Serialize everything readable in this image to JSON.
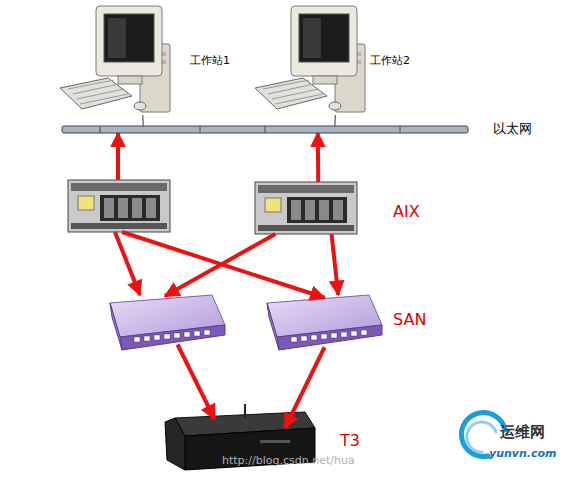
{
  "diagram": {
    "nodes": [
      {
        "text": [
          "工作站1"
        ]
      },
      {
        "text": [
          "工作站2"
        ]
      },
      {
        "text": [
          "以太网"
        ]
      },
      {
        "text": []
      },
      {
        "text": [
          "AIX"
        ]
      },
      {
        "text": []
      },
      {
        "text": [
          "SAN"
        ]
      },
      {
        "text": [
          "T3"
        ]
      }
    ],
    "edges": [
      {
        "from": 0,
        "to": 2,
        "arrow": "none"
      },
      {
        "from": 1,
        "to": 2,
        "arrow": "none"
      },
      {
        "from": 3,
        "to": 2,
        "arrow": "to"
      },
      {
        "from": 4,
        "to": 2,
        "arrow": "to"
      },
      {
        "from": 3,
        "to": 5,
        "arrow": "to"
      },
      {
        "from": 3,
        "to": 6,
        "arrow": "to"
      },
      {
        "from": 4,
        "to": 5,
        "arrow": "to"
      },
      {
        "from": 4,
        "to": 6,
        "arrow": "to"
      },
      {
        "from": 5,
        "to": 7,
        "arrow": "to"
      },
      {
        "from": 6,
        "to": 7,
        "arrow": "to"
      }
    ],
    "labels": [
      "http://blog.csdn.net/hua",
      "运维网",
      "yunvn.com"
    ]
  }
}
